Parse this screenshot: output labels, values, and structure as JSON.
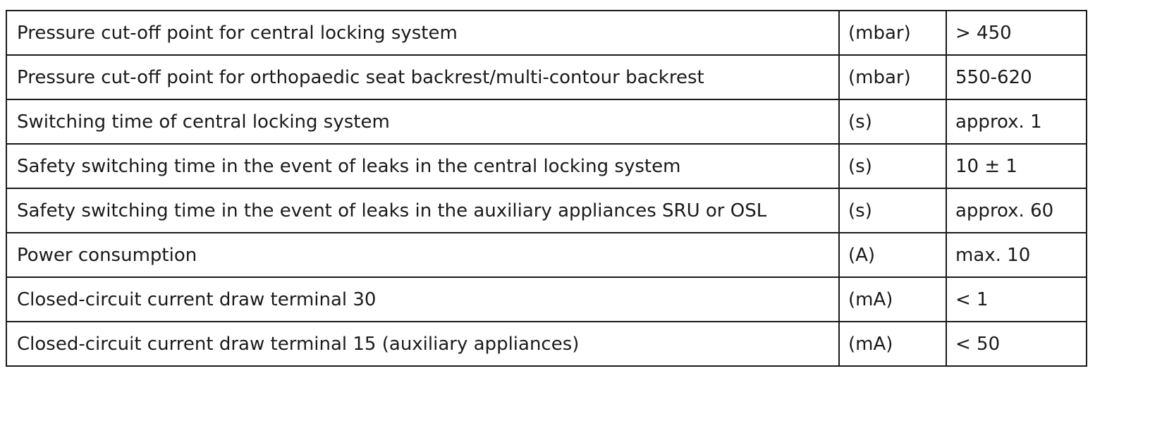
{
  "table": {
    "rows": [
      {
        "parameter": "Pressure cut-off point for central locking system",
        "unit": "(mbar)",
        "value": "> 450"
      },
      {
        "parameter": "Pressure cut-off point for orthopaedic seat backrest/multi-contour backrest",
        "unit": "(mbar)",
        "value": "550-620"
      },
      {
        "parameter": "Switching time of central locking system",
        "unit": "(s)",
        "value": "approx. 1"
      },
      {
        "parameter": "Safety switching time in the event of leaks in the central locking system",
        "unit": "(s)",
        "value": "10 ± 1"
      },
      {
        "parameter": "Safety switching time in the event of leaks in the auxiliary appliances SRU or OSL",
        "unit": "(s)",
        "value": "approx. 60"
      },
      {
        "parameter": "Power consumption",
        "unit": "(A)",
        "value": "max. 10"
      },
      {
        "parameter": "Closed-circuit current draw terminal 30",
        "unit": "(mA)",
        "value": "< 1"
      },
      {
        "parameter": "Closed-circuit current draw terminal 15 (auxiliary appliances)",
        "unit": "(mA)",
        "value": "< 50"
      }
    ]
  }
}
